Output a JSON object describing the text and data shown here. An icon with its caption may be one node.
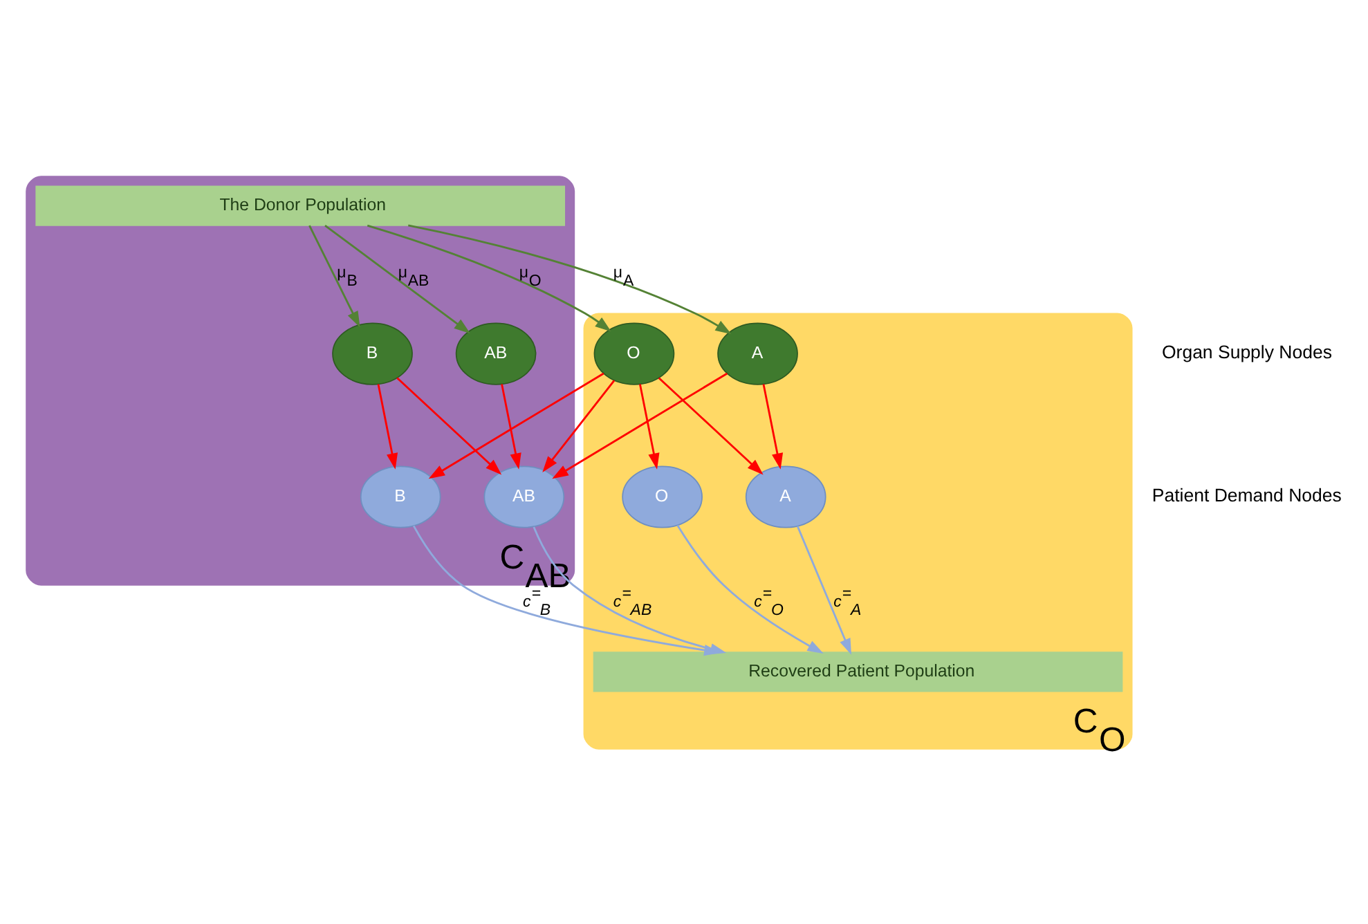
{
  "diagram": {
    "nodes": [
      {
        "text": [
          "C$_{AB}$"
        ]
      },
      {
        "text": [
          "The Donor Population"
        ],
        "in": 0
      },
      {
        "text": [
          "C$_{O}$"
        ]
      },
      {
        "text": [
          "O"
        ],
        "in": 2
      },
      {
        "text": [
          "A"
        ],
        "in": 2
      },
      {
        "text": [
          "B"
        ],
        "in": 0
      },
      {
        "text": [
          "AB"
        ],
        "in": 0
      },
      {
        "text": [
          "O"
        ],
        "in": 2
      },
      {
        "text": [
          "A"
        ],
        "in": 2
      },
      {
        "text": [
          "B"
        ],
        "in": 0
      },
      {
        "text": [
          "AB"
        ],
        "in": 0
      },
      {
        "text": [
          "Recovered Patient Population"
        ],
        "in": 2
      }
    ],
    "edges": [
      {
        "from": 1,
        "to": 3,
        "arrow": "to",
        "label": "μ$_{O}$",
        "color": "#548235"
      },
      {
        "from": 1,
        "to": 4,
        "arrow": "to",
        "label": "μ$_{A}$",
        "color": "#548235"
      },
      {
        "from": 1,
        "to": 5,
        "arrow": "to",
        "label": "μ$_{B}$",
        "color": "#548235"
      },
      {
        "from": 1,
        "to": 6,
        "arrow": "to",
        "label": "μ$_{AB}$",
        "color": "#548235"
      },
      {
        "from": 3,
        "to": 7,
        "arrow": "to"
      },
      {
        "from": 3,
        "to": 8,
        "arrow": "to"
      },
      {
        "from": 3,
        "to": 9,
        "arrow": "to"
      },
      {
        "from": 3,
        "to": 10,
        "arrow": "to"
      },
      {
        "from": 4,
        "to": 8,
        "arrow": "to"
      },
      {
        "from": 4,
        "to": 10,
        "arrow": "to"
      },
      {
        "from": 5,
        "to": 9,
        "arrow": "to"
      },
      {
        "from": 5,
        "to": 10,
        "arrow": "to"
      },
      {
        "from": 6,
        "to": 10,
        "arrow": "to"
      },
      {
        "from": 7,
        "to": 11,
        "arrow": "to",
        "label": "c$^{=}$$_{O}$",
        "color": "#8faadc"
      },
      {
        "from": 8,
        "to": 11,
        "arrow": "to",
        "label": "c$^{=}$$_{A}$",
        "color": "#8faadc"
      },
      {
        "from": 9,
        "to": 11,
        "arrow": "to",
        "label": "c$^{=}$$_{B}$",
        "color": "#8faadc"
      },
      {
        "from": 10,
        "to": 11,
        "arrow": "to",
        "label": "c$^{=}$$_{AB}$",
        "color": "#8faadc"
      }
    ],
    "labels": [
      "Organ Supply Nodes",
      "Patient Demand Nodes"
    ]
  }
}
